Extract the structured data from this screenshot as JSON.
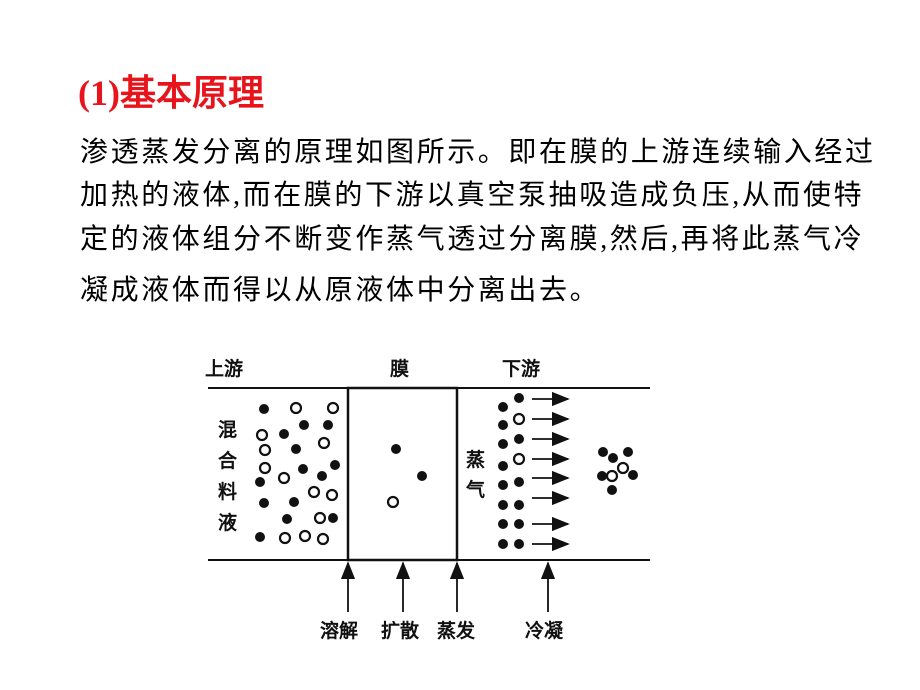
{
  "title": "(1)基本原理",
  "paragraph_lines": [
    "渗透蒸发分离的原理如图所示。即在膜的上游连续输入经过",
    "加热的液体,而在膜的下游以真空泵抽吸造成负压,从而使特",
    "定的液体组分不断变作蒸气透过分离膜,然后,再将此蒸气冷",
    "凝成液体而得以从原液体中分离出去。"
  ],
  "diagram": {
    "upstream": "上游",
    "membrane": "膜",
    "downstream": "下游",
    "feed_chars": [
      "混",
      "合",
      "料",
      "液"
    ],
    "vapor_chars": [
      "蒸",
      "气"
    ],
    "steps": [
      "溶解",
      "扩散",
      "蒸发",
      "冷凝"
    ]
  }
}
